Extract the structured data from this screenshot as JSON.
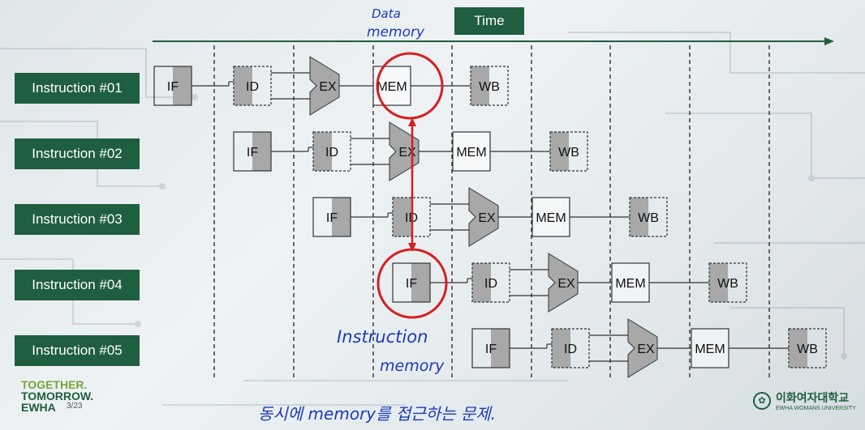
{
  "time_label": "Time",
  "instructions": [
    "Instruction #01",
    "Instruction #02",
    "Instruction #03",
    "Instruction #04",
    "Instruction #05"
  ],
  "stages": {
    "if": "IF",
    "id": "ID",
    "ex": "EX",
    "mem": "MEM",
    "wb": "WB"
  },
  "annotations": {
    "data_memory_line1": "Data",
    "data_memory_line2": "memory",
    "instruction_memory_line1": "Instruction",
    "instruction_memory_line2": "memory",
    "bottom_note": "동시에 memory를 접근하는 문제."
  },
  "footer": {
    "logo_line1": "TOGETHER.",
    "logo_line2": "TOMORROW.",
    "logo_line3": "EWHA",
    "page": "3/23",
    "university_ko": "이화여자대학교",
    "university_en": "EWHA WOMANS UNIVERSITY"
  },
  "colors": {
    "accent_green": "#1f5e3e",
    "highlight_red": "#d42020",
    "stage_gray": "#a8a8a8",
    "handwriting_blue": "#1e3ab8"
  }
}
